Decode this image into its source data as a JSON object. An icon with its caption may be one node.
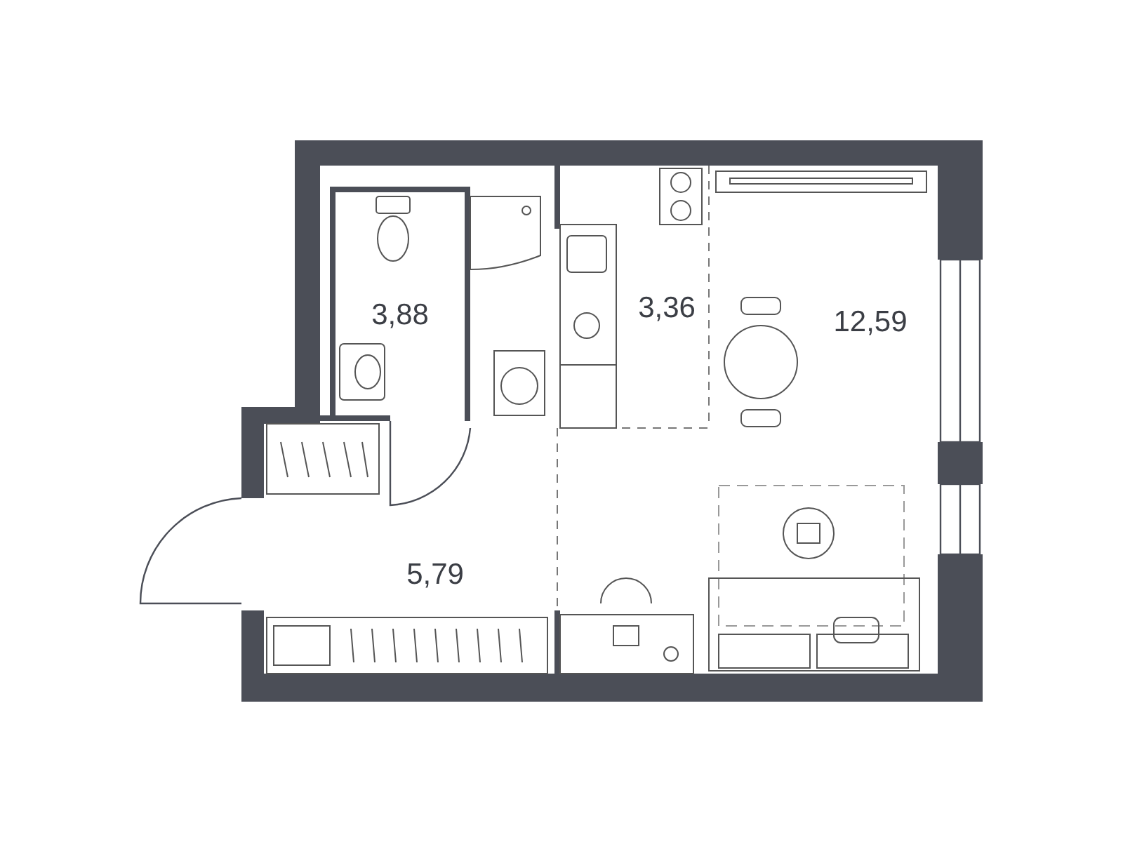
{
  "diagram": {
    "nodes": [
      {
        "text": [
          "3,88"
        ]
      },
      {
        "text": [
          "3,36"
        ]
      },
      {
        "text": [
          "12,59"
        ]
      },
      {
        "text": [
          "5,79"
        ]
      }
    ]
  }
}
